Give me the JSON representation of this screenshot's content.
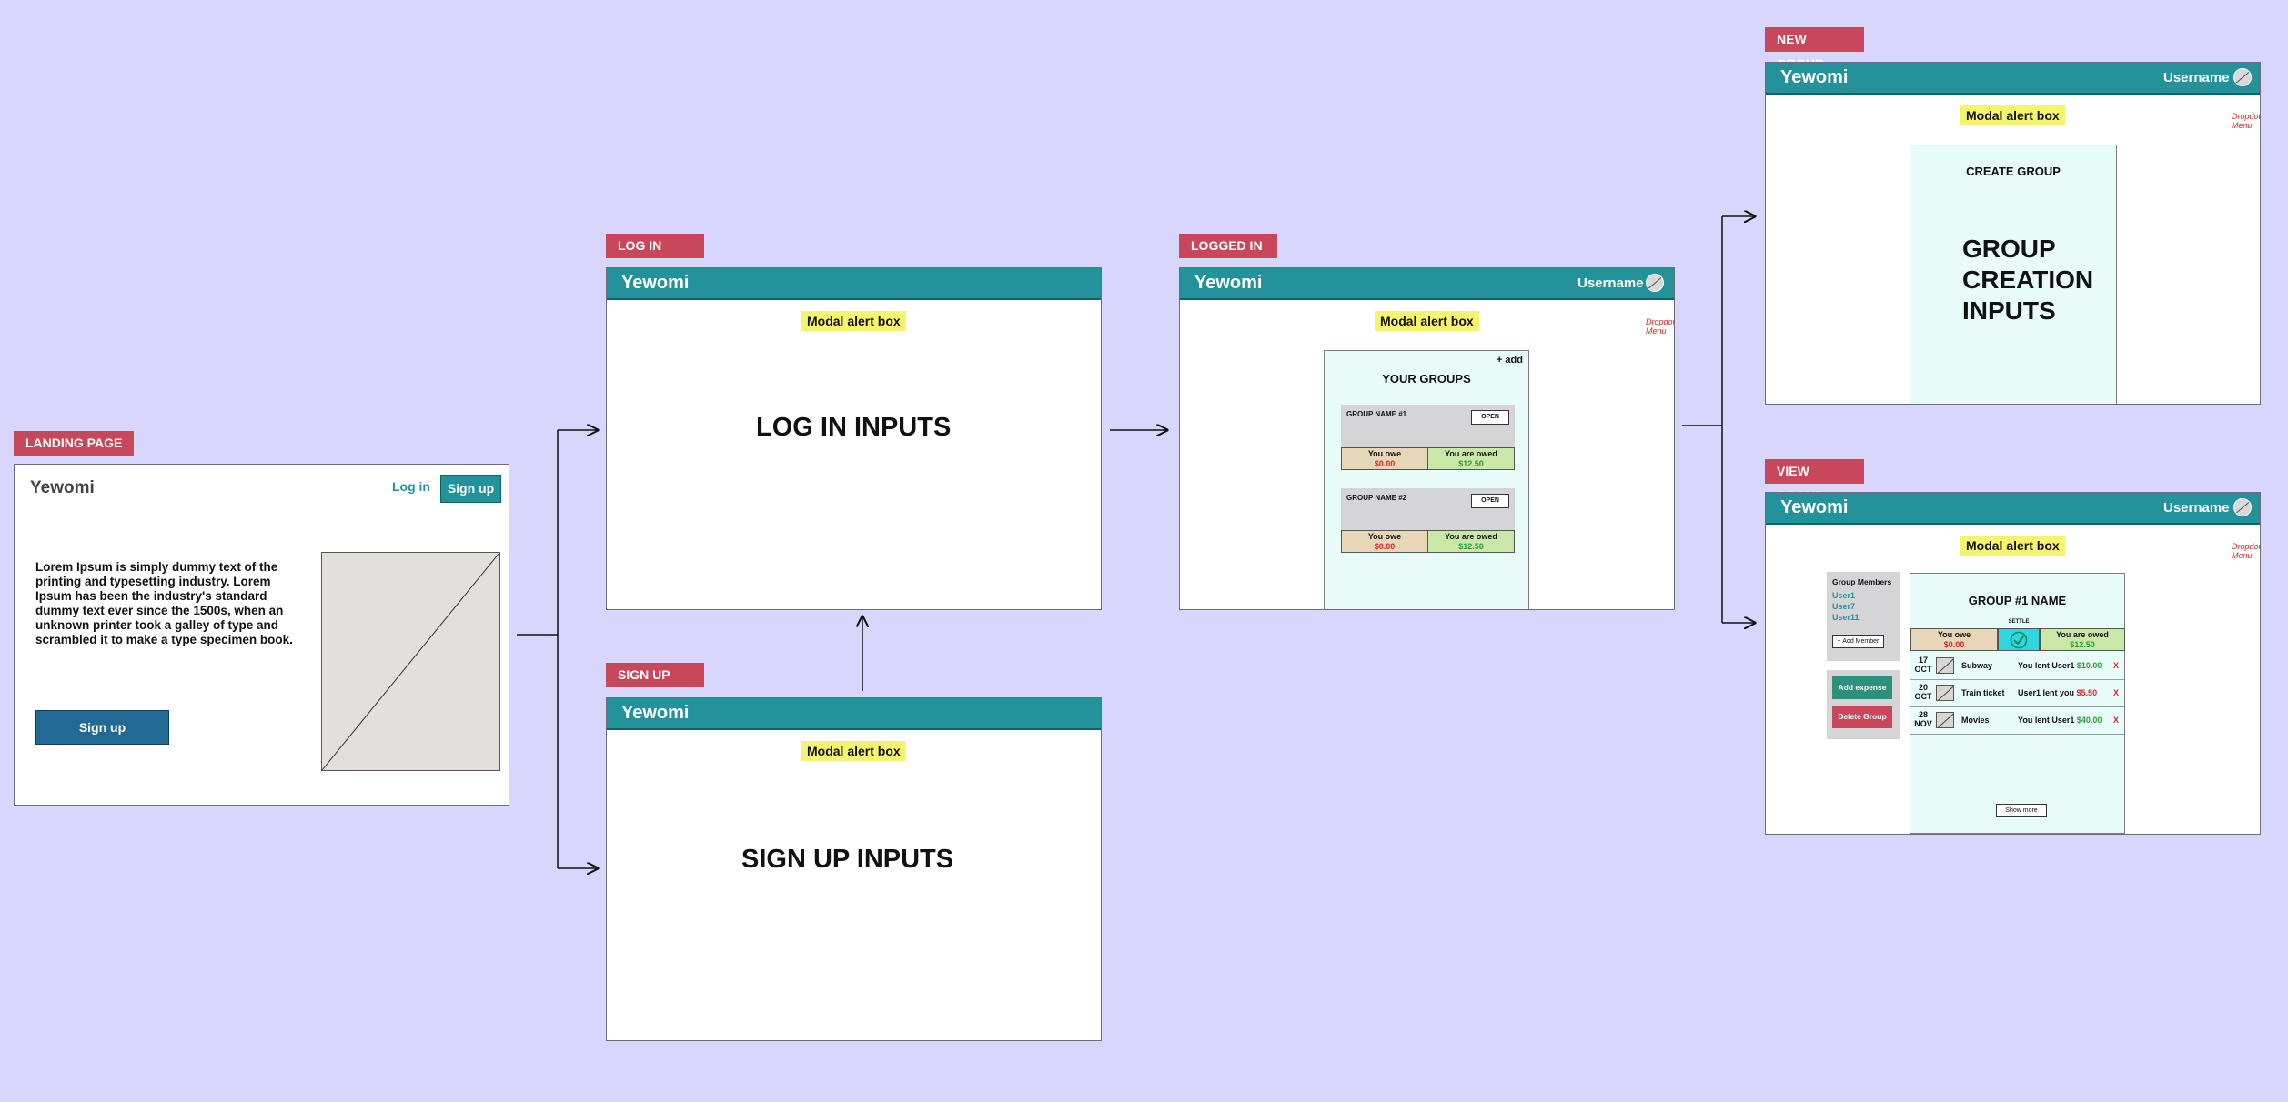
{
  "colors": {
    "background": "#d8d6fc",
    "header": "#23929a",
    "tag": "#c8475a",
    "modal": "#f6f36e",
    "panel": "#e7fbf8",
    "owe": "#e7d6b8",
    "owed": "#c9e8a8",
    "red": "#d62828",
    "green": "#2e9b39"
  },
  "brand": "Yewomi",
  "username": "Username",
  "modal_text": "Modal alert box",
  "dropdown_note": "Dropdown Menu",
  "landing": {
    "tag": "LANDING PAGE",
    "login_link": "Log in",
    "signup_nav": "Sign up",
    "body": "Lorem Ipsum is simply dummy text of the printing and typesetting industry. Lorem Ipsum has been the industry's standard dummy text ever since the 1500s, when an unknown printer took a galley of type and scrambled it to make a type specimen book.",
    "signup_button": "Sign up"
  },
  "login": {
    "tag": "LOG IN",
    "inputs": "LOG IN INPUTS"
  },
  "signup": {
    "tag": "SIGN UP",
    "inputs": "SIGN UP INPUTS"
  },
  "logged_in": {
    "tag": "LOGGED IN",
    "add": "+ add",
    "title": "YOUR GROUPS",
    "groups": [
      {
        "name": "GROUP NAME #1",
        "open": "OPEN",
        "owe_label": "You owe",
        "owe_value": "$0.00",
        "owed_label": "You are owed",
        "owed_value": "$12.50"
      },
      {
        "name": "GROUP NAME #2",
        "open": "OPEN",
        "owe_label": "You owe",
        "owe_value": "$0.00",
        "owed_label": "You are owed",
        "owed_value": "$12.50"
      }
    ]
  },
  "new_group": {
    "tag": "NEW GROUP",
    "title": "CREATE GROUP",
    "inputs": "GROUP CREATION INPUTS"
  },
  "view_group": {
    "tag": "VIEW GROUP",
    "members_title": "Group Members",
    "members": [
      "User1",
      "User7",
      "User11"
    ],
    "add_member": "+ Add Member",
    "add_expense": "Add expense",
    "delete_group": "Delete Group",
    "title": "GROUP #1 NAME",
    "owe_label": "You owe",
    "owe_value": "$0.00",
    "settle": "SETTLE",
    "owed_label": "You are owed",
    "owed_value": "$12.50",
    "expenses": [
      {
        "day": "17",
        "month": "OCT",
        "name": "Subway",
        "desc": "You lent User1",
        "amount": "$10.00",
        "remove": "X"
      },
      {
        "day": "20",
        "month": "OCT",
        "name": "Train ticket",
        "desc": "User1 lent you",
        "amount": "$5.50",
        "remove": "X"
      },
      {
        "day": "28",
        "month": "NOV",
        "name": "Movies",
        "desc": "You lent User1",
        "amount": "$40.00",
        "remove": "X"
      }
    ],
    "show_more": "Show more"
  }
}
